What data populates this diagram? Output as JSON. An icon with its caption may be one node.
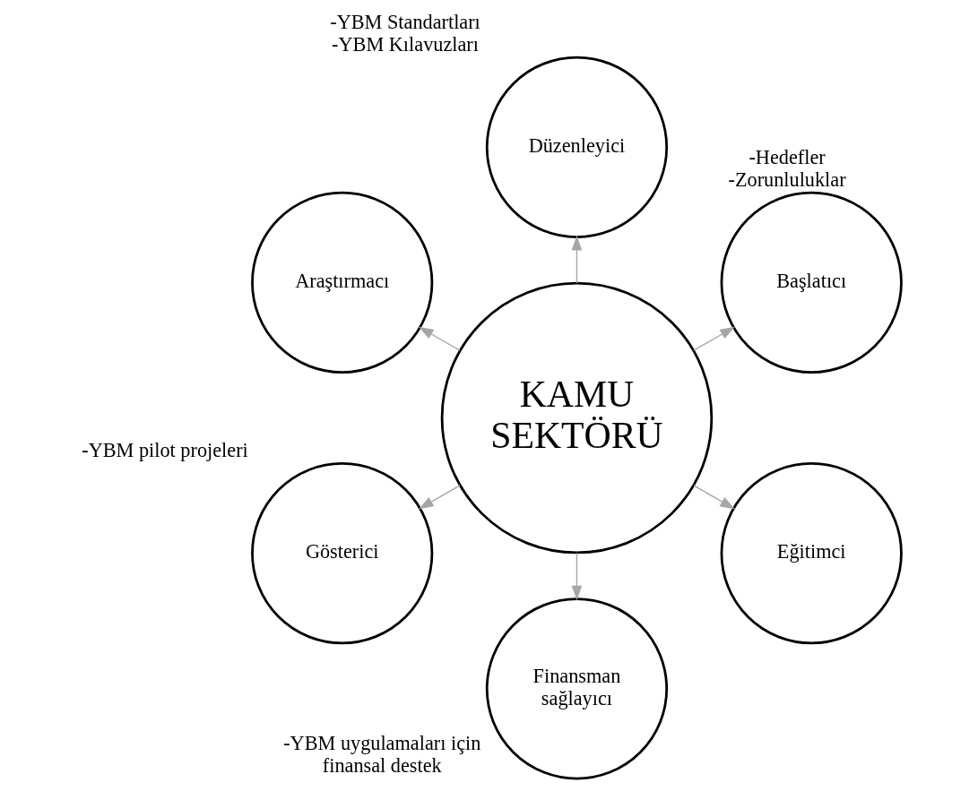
{
  "diagram": {
    "nodes": [
      {
        "text": [
          "KAMU SEKTÖRÜ"
        ]
      },
      {
        "text": [
          "Başlatıcı"
        ],
        "beside": [
          "-Hedefler",
          "-Zorunluluklar"
        ]
      },
      {
        "text": [
          "Düzenleyici"
        ],
        "beside": [
          "-YBM Standartları",
          "-YBM Kılavuzları"
        ]
      },
      {
        "text": [
          "Araştırmacı"
        ]
      },
      {
        "text": [
          "Gösterici"
        ],
        "beside": [
          "-YBM pilot projeleri"
        ]
      },
      {
        "text": [
          "Finansman sağlayıcı"
        ],
        "beside": [
          "-YBM uygulamaları için finansal destek"
        ]
      },
      {
        "text": [
          "Eğitimci"
        ]
      }
    ],
    "edges": [
      {
        "from": 0,
        "to": 1,
        "arrow": "to"
      },
      {
        "from": 0,
        "to": 2,
        "arrow": "to"
      },
      {
        "from": 0,
        "to": 3,
        "arrow": "to"
      },
      {
        "from": 0,
        "to": 4,
        "arrow": "to"
      },
      {
        "from": 0,
        "to": 5,
        "arrow": "to"
      },
      {
        "from": 0,
        "to": 6,
        "arrow": "to"
      }
    ]
  }
}
